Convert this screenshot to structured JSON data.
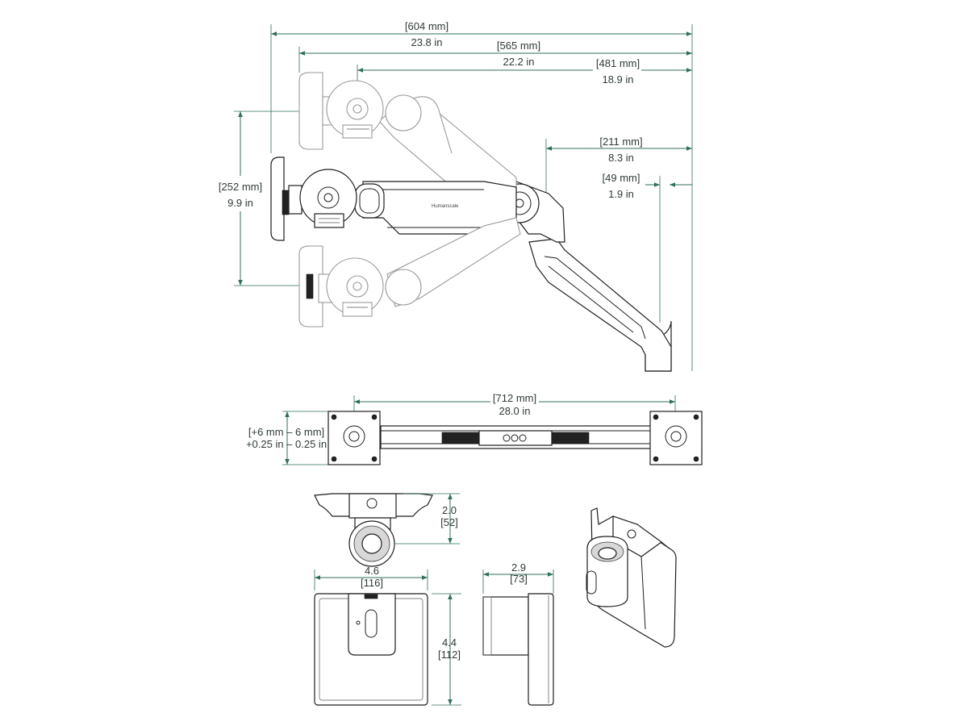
{
  "side_view": {
    "overall_reach": {
      "mm": "[604 mm]",
      "in": "23.8 in"
    },
    "mid_reach": {
      "mm": "[565 mm]",
      "in": "22.2 in"
    },
    "short_reach": {
      "mm": "[481 mm]",
      "in": "18.9 in"
    },
    "height_range": {
      "mm": "[252 mm]",
      "in": "9.9 in"
    },
    "base_offset": {
      "mm": "[211 mm]",
      "in": "8.3 in"
    },
    "wall_depth": {
      "mm": "[49 mm]",
      "in": "1.9 in"
    }
  },
  "rail_view": {
    "span": {
      "mm": "[712 mm]",
      "in": "28.0 in"
    },
    "tilt_mm": "[+6 mm – 6 mm]",
    "tilt_in": "+0.25 in – 0.25 in"
  },
  "mount_views": {
    "clamp_height": {
      "in": "2.0",
      "mm": "[52]"
    },
    "plate_width": {
      "in": "4.6",
      "mm": "[116]"
    },
    "plate_height": {
      "in": "4.4",
      "mm": "[112]"
    },
    "plate_depth": {
      "in": "2.9",
      "mm": "[73]"
    }
  },
  "colors": {
    "dimension": "#2f6f5a",
    "line": "#1e1e1e",
    "faint": "#9a9a9a"
  }
}
